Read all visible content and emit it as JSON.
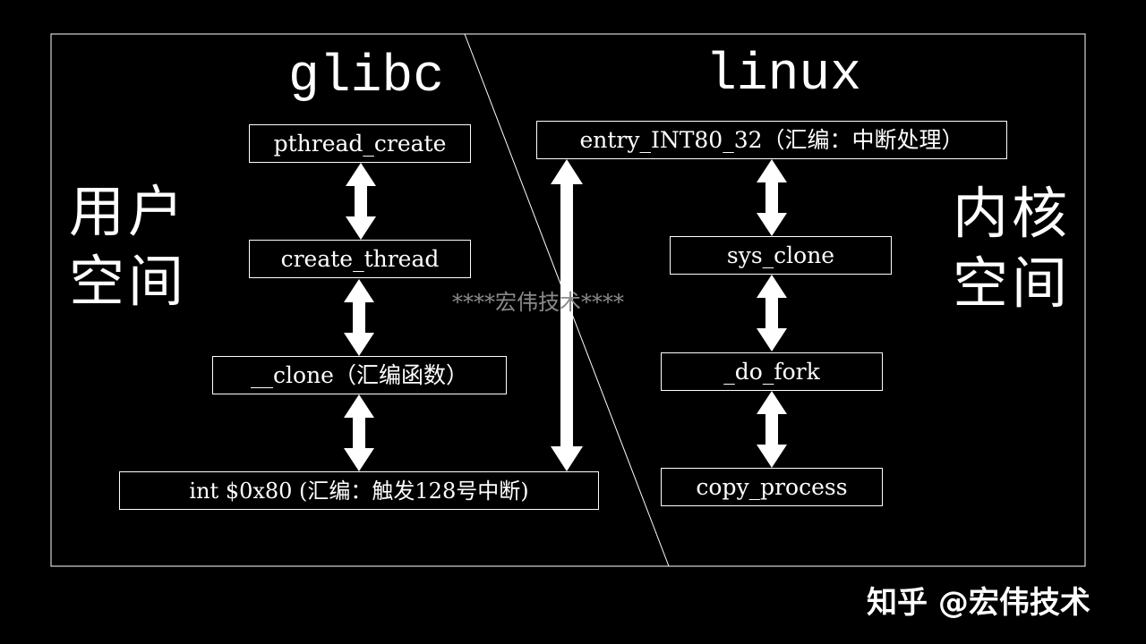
{
  "titles": {
    "left": "glibc",
    "right": "linux"
  },
  "side_labels": {
    "user_space_line1": "用户",
    "user_space_line2": "空间",
    "kernel_space_line1": "内核",
    "kernel_space_line2": "空间"
  },
  "user_boxes": {
    "pthread_create": "pthread_create",
    "create_thread": "create_thread",
    "clone": "__clone（汇编函数）",
    "int80": "int $0x80 (汇编：触发128号中断)"
  },
  "kernel_boxes": {
    "entry": "entry_INT80_32（汇编：中断处理）",
    "sys_clone": "sys_clone",
    "do_fork": "_do_fork",
    "copy_process": "copy_process"
  },
  "watermark": "****宏伟技术****",
  "credit": "知乎 @宏伟技术",
  "colors": {
    "background": "#000000",
    "foreground": "#ffffff",
    "watermark": "#8a8a8a"
  }
}
